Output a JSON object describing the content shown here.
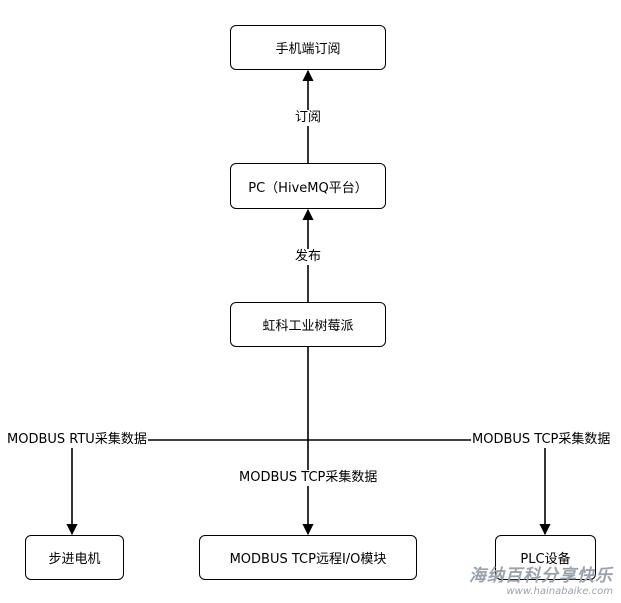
{
  "nodes": {
    "mobile": "手机端订阅",
    "pc": "PC（HiveMQ平台）",
    "pi": "虹科工业树莓派",
    "stepper": "步进电机",
    "tcp_io": "MODBUS TCP远程I/O模块",
    "plc": "PLC设备"
  },
  "edges": {
    "subscribe": "订阅",
    "publish": "发布",
    "rtu": "MODBUS RTU采集数据",
    "tcp_left": "MODBUS TCP采集数据",
    "tcp_right": "MODBUS TCP采集数据"
  },
  "watermark": {
    "cn": "海纳百科分享快乐",
    "en": "www.hainabaike.com"
  }
}
